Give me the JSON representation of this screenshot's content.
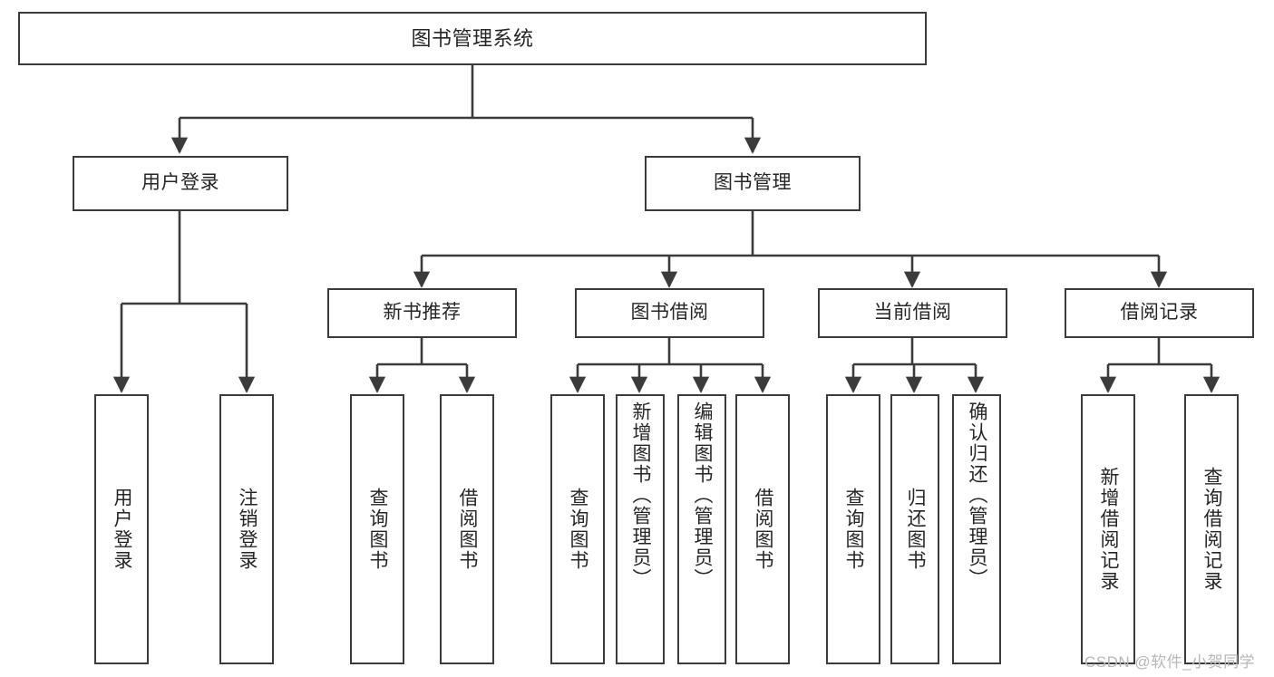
{
  "diagram": {
    "type": "tree",
    "title": "图书管理系统",
    "orientation": "top-down",
    "colors": {
      "background": "#ffffff",
      "node_border": "#3b3b3b",
      "node_fill": "#ffffff",
      "text": "#262626",
      "connector": "#3b3b3b",
      "watermark": "#b7b7b7"
    },
    "root": {
      "id": "root",
      "label": "图书管理系统"
    },
    "level2": [
      {
        "id": "user-login",
        "label": "用户登录"
      },
      {
        "id": "book-manage",
        "label": "图书管理"
      }
    ],
    "level3": [
      {
        "id": "new-book-recommend",
        "label": "新书推荐",
        "parent": "book-manage"
      },
      {
        "id": "book-borrow",
        "label": "图书借阅",
        "parent": "book-manage"
      },
      {
        "id": "current-borrow",
        "label": "当前借阅",
        "parent": "book-manage"
      },
      {
        "id": "borrow-record",
        "label": "借阅记录",
        "parent": "book-manage"
      }
    ],
    "leaves": [
      {
        "id": "leaf-user-login",
        "label": "用户登录",
        "parent": "user-login"
      },
      {
        "id": "leaf-user-logout",
        "label": "注销登录",
        "parent": "user-login"
      },
      {
        "id": "leaf-query-book-1",
        "label": "查询图书",
        "parent": "new-book-recommend"
      },
      {
        "id": "leaf-borrow-book-1",
        "label": "借阅图书",
        "parent": "new-book-recommend"
      },
      {
        "id": "leaf-query-book-2",
        "label": "查询图书",
        "parent": "book-borrow"
      },
      {
        "id": "leaf-add-book",
        "label": "新增图书（管理员）",
        "parent": "book-borrow"
      },
      {
        "id": "leaf-edit-book",
        "label": "编辑图书（管理员）",
        "parent": "book-borrow"
      },
      {
        "id": "leaf-borrow-book-2",
        "label": "借阅图书",
        "parent": "book-borrow"
      },
      {
        "id": "leaf-query-book-3",
        "label": "查询图书",
        "parent": "current-borrow"
      },
      {
        "id": "leaf-return-book",
        "label": "归还图书",
        "parent": "current-borrow"
      },
      {
        "id": "leaf-confirm-return",
        "label": "确认归还（管理员）",
        "parent": "current-borrow"
      },
      {
        "id": "leaf-add-record",
        "label": "新增借阅记录",
        "parent": "borrow-record"
      },
      {
        "id": "leaf-query-record",
        "label": "查询借阅记录",
        "parent": "borrow-record"
      }
    ]
  },
  "watermark": {
    "text": "CSDN @软件_小贺同学"
  }
}
